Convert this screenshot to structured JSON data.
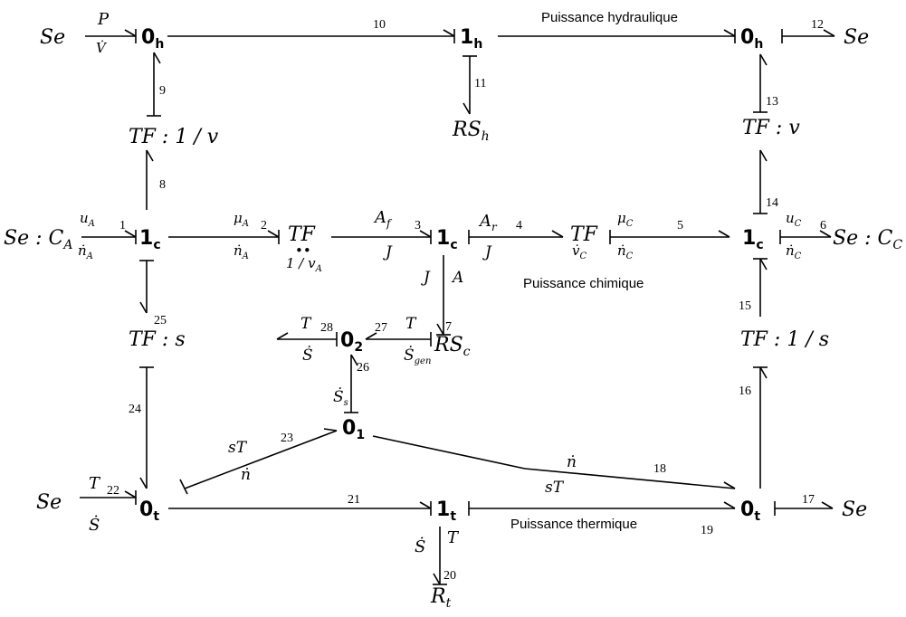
{
  "elements": {
    "se_pressure": "Se",
    "se_right_top": "Se",
    "se_ca": "Se : C",
    "se_ca_sub": "A",
    "se_cc": "Se : C",
    "se_cc_sub": "C",
    "se_thermal_left": "Se",
    "se_thermal_right": "Se",
    "tf_inv_v": "TF : 1 / v",
    "tf_v": "TF : v",
    "tf_s": "TF : s",
    "tf_inv_s": "TF : 1 / s",
    "tf_a": "TF",
    "tf_a_mod": "1 / v",
    "tf_a_mod_sub": "A",
    "tf_c": "TF",
    "rs_h": "RS",
    "rs_h_sub": "h",
    "rs_c": "RS",
    "rs_c_sub": "c",
    "r_t": "R",
    "r_t_sub": "t"
  },
  "junctions": {
    "j0h_left": {
      "base": "0",
      "sub": "h"
    },
    "j1h": {
      "base": "1",
      "sub": "h"
    },
    "j0h_right": {
      "base": "0",
      "sub": "h"
    },
    "j1c_left": {
      "base": "1",
      "sub": "c"
    },
    "j1c_mid": {
      "base": "1",
      "sub": "c"
    },
    "j1c_right": {
      "base": "1",
      "sub": "c"
    },
    "j02": {
      "base": "0",
      "sub": "2"
    },
    "j01": {
      "base": "0",
      "sub": "1"
    },
    "j0t_left": {
      "base": "0",
      "sub": "t"
    },
    "j1t": {
      "base": "1",
      "sub": "t"
    },
    "j0t_right": {
      "base": "0",
      "sub": "t"
    }
  },
  "variables": {
    "p": "P",
    "vdot": "V̇",
    "ua": "u",
    "ua_sub": "A",
    "nda": "ṅ",
    "nda_sub": "A",
    "mua": "μ",
    "mua_sub": "A",
    "nda2": "ṅ",
    "nda2_sub": "A",
    "af": "A",
    "af_sub": "f",
    "j3": "J",
    "ar": "A",
    "ar_sub": "r",
    "j4": "J",
    "muc": "μ",
    "muc_sub": "C",
    "ndc": "ṅ",
    "ndc_sub": "C",
    "vc": "v̇",
    "vc_sub": "C",
    "uc": "u",
    "uc_sub": "C",
    "ndc2": "ṅ",
    "ndc2_sub": "C",
    "j7": "J",
    "a7": "A",
    "t28": "T",
    "sdot28": "Ṡ",
    "t27": "T",
    "sgen": "Ṡ",
    "sgen_sub": "gen",
    "ss": "Ṡ",
    "ss_sub": "s",
    "st23": "sT",
    "nd23": "ṅ",
    "nd18": "ṅ",
    "st18": "sT",
    "t22": "T",
    "sdot22": "Ṡ",
    "sdot20": "Ṡ",
    "t20": "T"
  },
  "bond_numbers": [
    "1",
    "2",
    "3",
    "4",
    "5",
    "6",
    "7",
    "8",
    "9",
    "10",
    "11",
    "12",
    "13",
    "14",
    "15",
    "16",
    "17",
    "18",
    "19",
    "20",
    "21",
    "22",
    "23",
    "24",
    "25",
    "26",
    "27",
    "28"
  ],
  "captions": {
    "hydraulic": "Puissance hydraulique",
    "chemical": "Puissance chimique",
    "thermal": "Puissance thermique"
  }
}
